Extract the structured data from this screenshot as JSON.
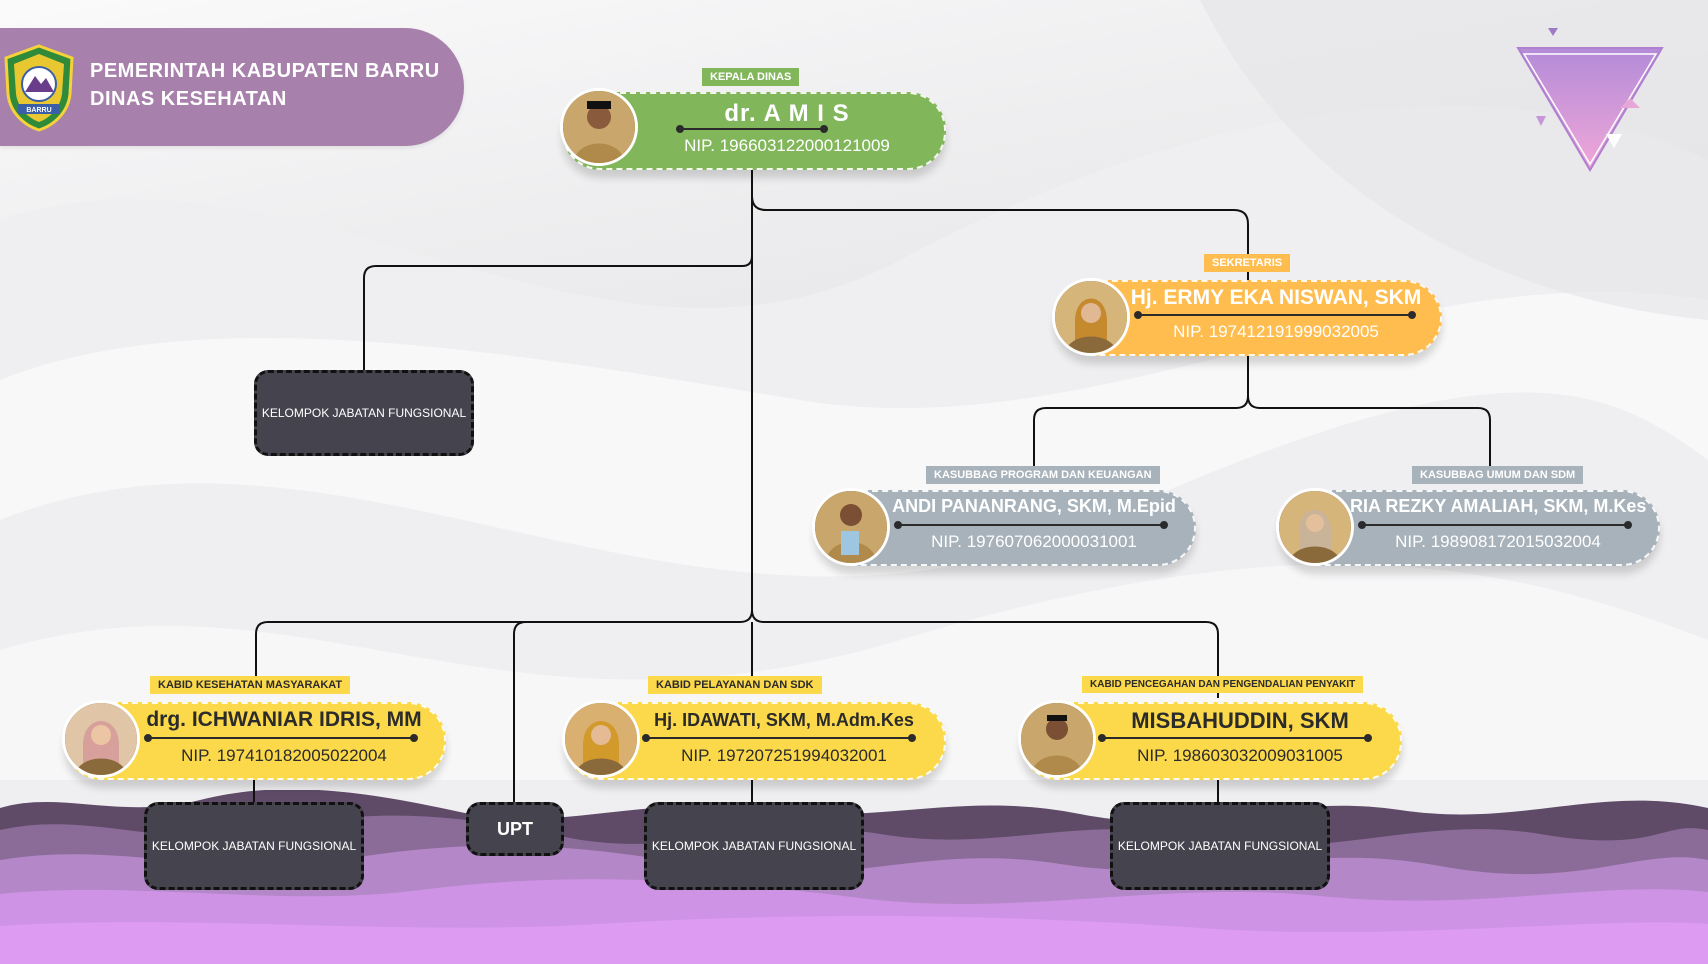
{
  "header": {
    "line1": "PEMERINTAH KABUPATEN BARRU",
    "line2": "DINAS KESEHATAN",
    "logo_text": "BARRU"
  },
  "colors": {
    "head": "#82b65b",
    "secretary": "#ffbd4f",
    "subsection": "#a7b2ba",
    "division": "#fbd94a",
    "banner": "#a781ab",
    "box": "#45444e"
  },
  "head": {
    "role": "KEPALA DINAS",
    "name": "dr. A M I S",
    "nip": "NIP. 196603122000121009"
  },
  "secretary": {
    "role": "SEKRETARIS",
    "name": "Hj. ERMY EKA NISWAN, SKM",
    "nip": "NIP. 197412191999032005"
  },
  "subsections": [
    {
      "role": "KASUBBAG PROGRAM DAN KEUANGAN",
      "name": "ANDI PANANRANG, SKM, M.Epid",
      "nip": "NIP. 197607062000031001"
    },
    {
      "role": "KASUBBAG UMUM DAN SDM",
      "name": "RIA REZKY AMALIAH, SKM, M.Kes",
      "nip": "NIP. 198908172015032004"
    }
  ],
  "divisions": [
    {
      "role": "KABID KESEHATAN MASYARAKAT",
      "name": "drg. ICHWANIAR IDRIS, MM",
      "nip": "NIP. 197410182005022004"
    },
    {
      "role": "KABID PELAYANAN DAN SDK",
      "name": "Hj. IDAWATI, SKM, M.Adm.Kes",
      "nip": "NIP. 197207251994032001"
    },
    {
      "role": "KABID PENCEGAHAN DAN PENGENDALIAN PENYAKIT",
      "name": "MISBAHUDDIN, SKM",
      "nip": "NIP. 198603032009031005"
    }
  ],
  "boxes": {
    "fungsional_top": "KELOMPOK JABATAN FUNGSIONAL",
    "fungsional_1": "KELOMPOK JABATAN FUNGSIONAL",
    "upt": "UPT",
    "fungsional_2": "KELOMPOK JABATAN FUNGSIONAL",
    "fungsional_3": "KELOMPOK JABATAN FUNGSIONAL"
  }
}
